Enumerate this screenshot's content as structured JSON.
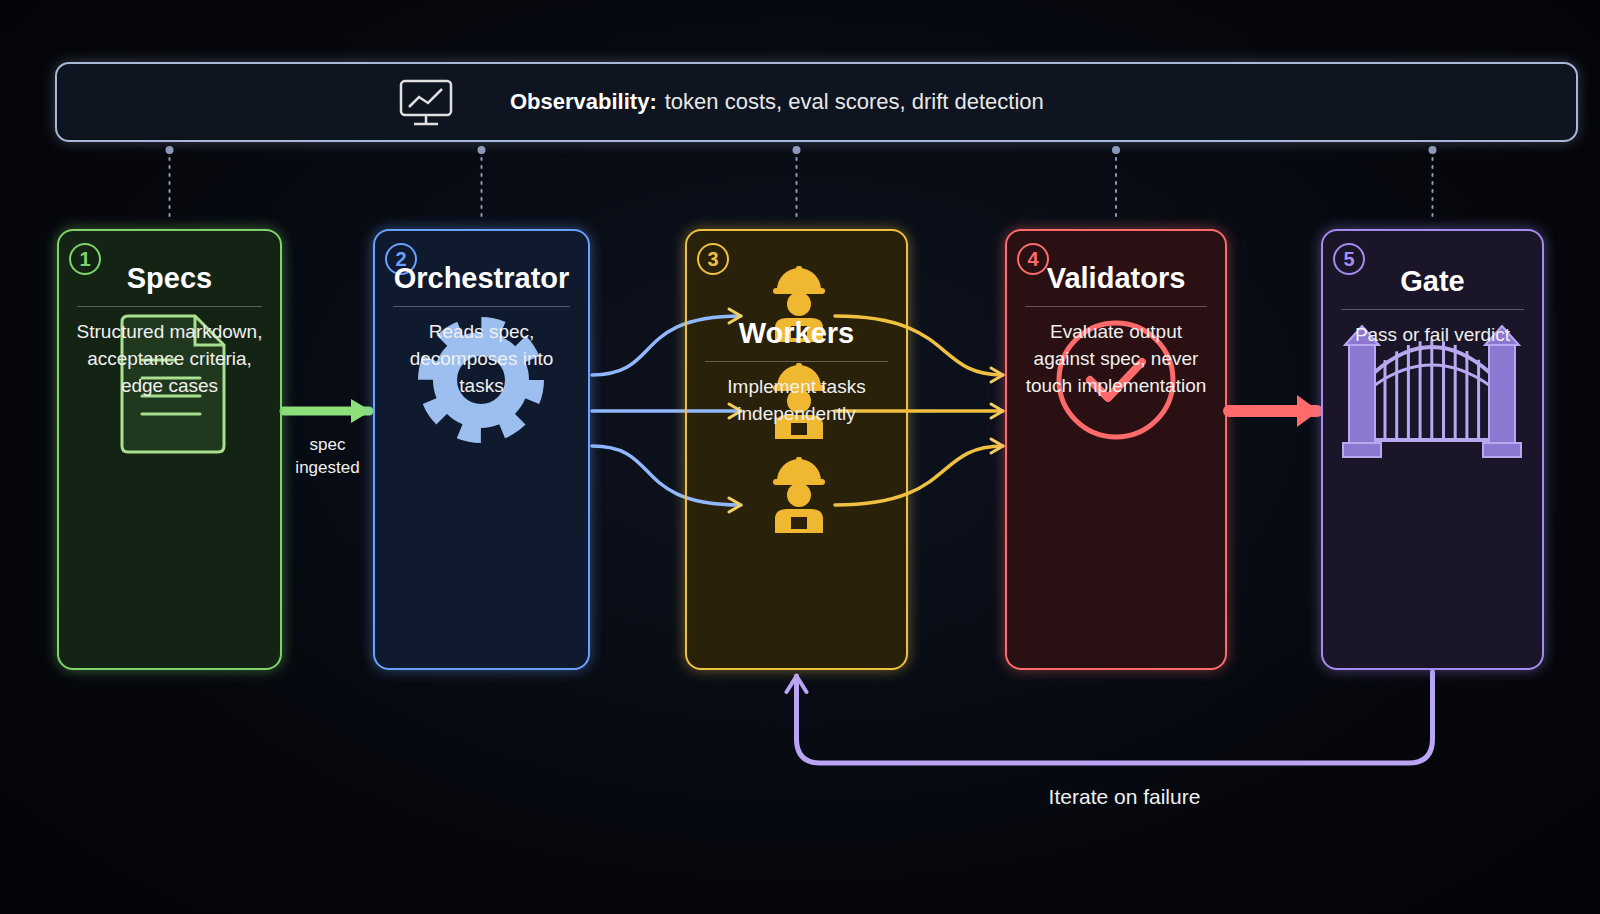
{
  "diagram": {
    "nodes": [
      {
        "text": [
          "Observability:",
          "token costs, eval scores, drift detection"
        ]
      },
      {
        "text": [
          "1",
          "Specs",
          "Structured markdown, acceptance criteria, edge cases"
        ]
      },
      {
        "text": [
          "2",
          "Orchestrator",
          "Reads spec, decomposes into tasks"
        ]
      },
      {
        "text": [
          "3",
          "Workers",
          "Implement tasks independently"
        ]
      },
      {
        "text": [
          "4",
          "Validators",
          "Evaluate output against spec, never touch implementation"
        ]
      },
      {
        "text": [
          "5",
          "Gate",
          "Pass or fail verdict"
        ]
      }
    ],
    "edges": [
      {
        "from": 1,
        "to": 2,
        "label": "spec ingested",
        "arrow": "to"
      },
      {
        "from": 2,
        "to": 3,
        "arrow": "to"
      },
      {
        "from": 3,
        "to": 4,
        "arrow": "to"
      },
      {
        "from": 4,
        "to": 5,
        "arrow": "to"
      },
      {
        "from": 5,
        "to": 3,
        "label": "Iterate on failure",
        "arrow": "to"
      },
      {
        "from": 0,
        "to": 1,
        "arrow": "none"
      },
      {
        "from": 0,
        "to": 2,
        "arrow": "none"
      },
      {
        "from": 0,
        "to": 3,
        "arrow": "none"
      },
      {
        "from": 0,
        "to": 4,
        "arrow": "none"
      },
      {
        "from": 0,
        "to": 5,
        "arrow": "none"
      }
    ]
  }
}
